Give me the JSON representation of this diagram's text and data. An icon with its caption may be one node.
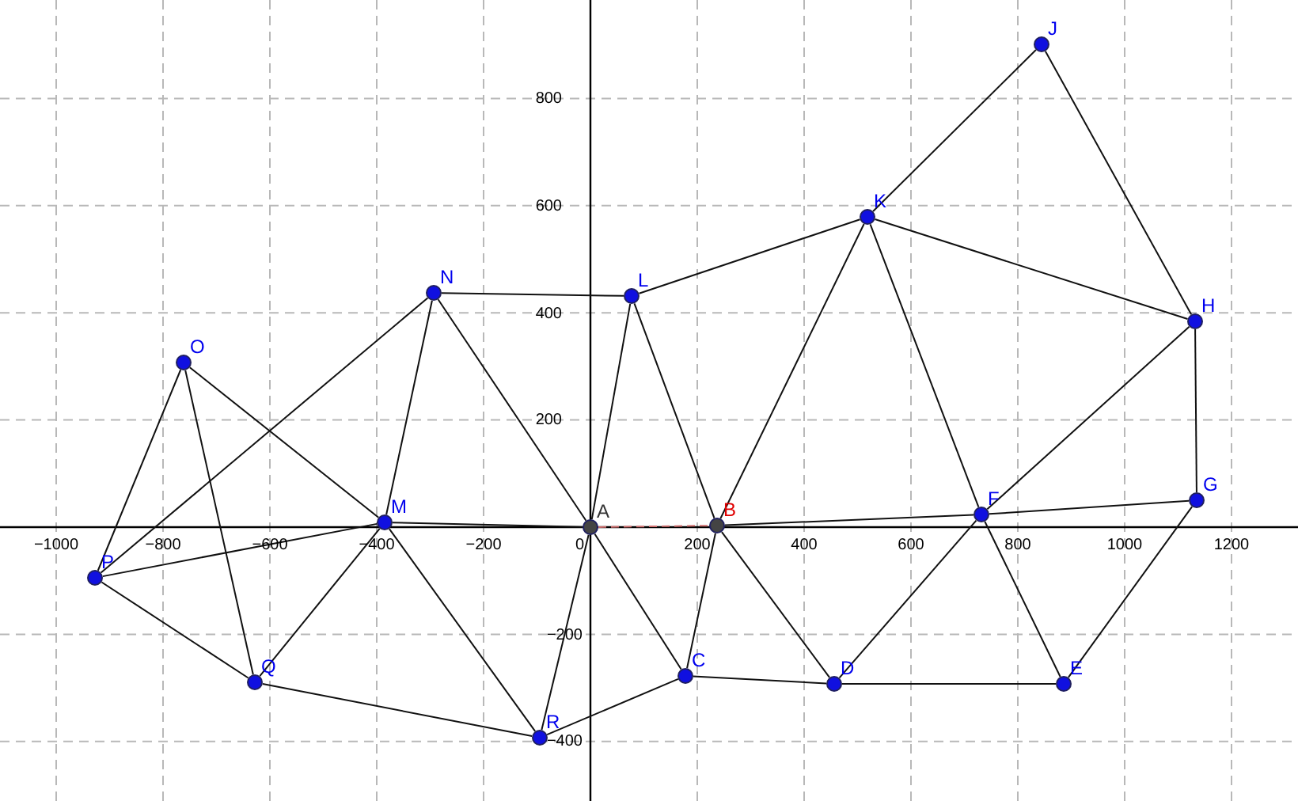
{
  "diagram": {
    "nodes": [
      {
        "text": [
          "A"
        ]
      },
      {
        "text": [
          "B"
        ]
      },
      {
        "text": [
          "C"
        ]
      },
      {
        "text": [
          "D"
        ]
      },
      {
        "text": [
          "E"
        ]
      },
      {
        "text": [
          "F"
        ]
      },
      {
        "text": [
          "G"
        ]
      },
      {
        "text": [
          "H"
        ]
      },
      {
        "text": [
          "J"
        ]
      },
      {
        "text": [
          "K"
        ]
      },
      {
        "text": [
          "L"
        ]
      },
      {
        "text": [
          "M"
        ]
      },
      {
        "text": [
          "N"
        ]
      },
      {
        "text": [
          "O"
        ]
      },
      {
        "text": [
          "P"
        ]
      },
      {
        "text": [
          "Q"
        ]
      },
      {
        "text": [
          "R"
        ]
      }
    ],
    "edges": [
      {
        "from": 8,
        "to": 9,
        "arrow": "none"
      },
      {
        "from": 8,
        "to": 7,
        "arrow": "none"
      },
      {
        "from": 9,
        "to": 10,
        "arrow": "none"
      },
      {
        "from": 9,
        "to": 7,
        "arrow": "none"
      },
      {
        "from": 9,
        "to": 1,
        "arrow": "none"
      },
      {
        "from": 9,
        "to": 5,
        "arrow": "none"
      },
      {
        "from": 10,
        "to": 12,
        "arrow": "none"
      },
      {
        "from": 10,
        "to": 0,
        "arrow": "none"
      },
      {
        "from": 10,
        "to": 1,
        "arrow": "none"
      },
      {
        "from": 12,
        "to": 11,
        "arrow": "none"
      },
      {
        "from": 12,
        "to": 0,
        "arrow": "none"
      },
      {
        "from": 12,
        "to": 14,
        "arrow": "none"
      },
      {
        "from": 13,
        "to": 11,
        "arrow": "none"
      },
      {
        "from": 13,
        "to": 14,
        "arrow": "none"
      },
      {
        "from": 13,
        "to": 15,
        "arrow": "none"
      },
      {
        "from": 11,
        "to": 14,
        "arrow": "none"
      },
      {
        "from": 11,
        "to": 15,
        "arrow": "none"
      },
      {
        "from": 11,
        "to": 16,
        "arrow": "none"
      },
      {
        "from": 11,
        "to": 0,
        "arrow": "none"
      },
      {
        "from": 0,
        "to": 2,
        "arrow": "none"
      },
      {
        "from": 0,
        "to": 16,
        "arrow": "none"
      },
      {
        "from": 0,
        "to": 1,
        "arrow": "none",
        "style": "dashed",
        "color": "#d07070"
      },
      {
        "from": 1,
        "to": 2,
        "arrow": "none"
      },
      {
        "from": 1,
        "to": 3,
        "arrow": "none"
      },
      {
        "from": 1,
        "to": 5,
        "arrow": "none"
      },
      {
        "from": 5,
        "to": 6,
        "arrow": "none"
      },
      {
        "from": 5,
        "to": 7,
        "arrow": "none"
      },
      {
        "from": 5,
        "to": 3,
        "arrow": "none"
      },
      {
        "from": 5,
        "to": 4,
        "arrow": "none"
      },
      {
        "from": 6,
        "to": 4,
        "arrow": "none"
      },
      {
        "from": 6,
        "to": 7,
        "arrow": "none"
      },
      {
        "from": 2,
        "to": 3,
        "arrow": "none"
      },
      {
        "from": 3,
        "to": 4,
        "arrow": "none"
      },
      {
        "from": 2,
        "to": 16,
        "arrow": "none"
      },
      {
        "from": 16,
        "to": 15,
        "arrow": "none"
      },
      {
        "from": 15,
        "to": 14,
        "arrow": "none"
      }
    ],
    "labels": [
      "800",
      "600",
      "400",
      "200",
      "−1000",
      "−800",
      "−600",
      "−400",
      "−200",
      "0",
      "200",
      "400",
      "600",
      "800",
      "1000",
      "1200",
      "−200",
      "−400"
    ]
  }
}
